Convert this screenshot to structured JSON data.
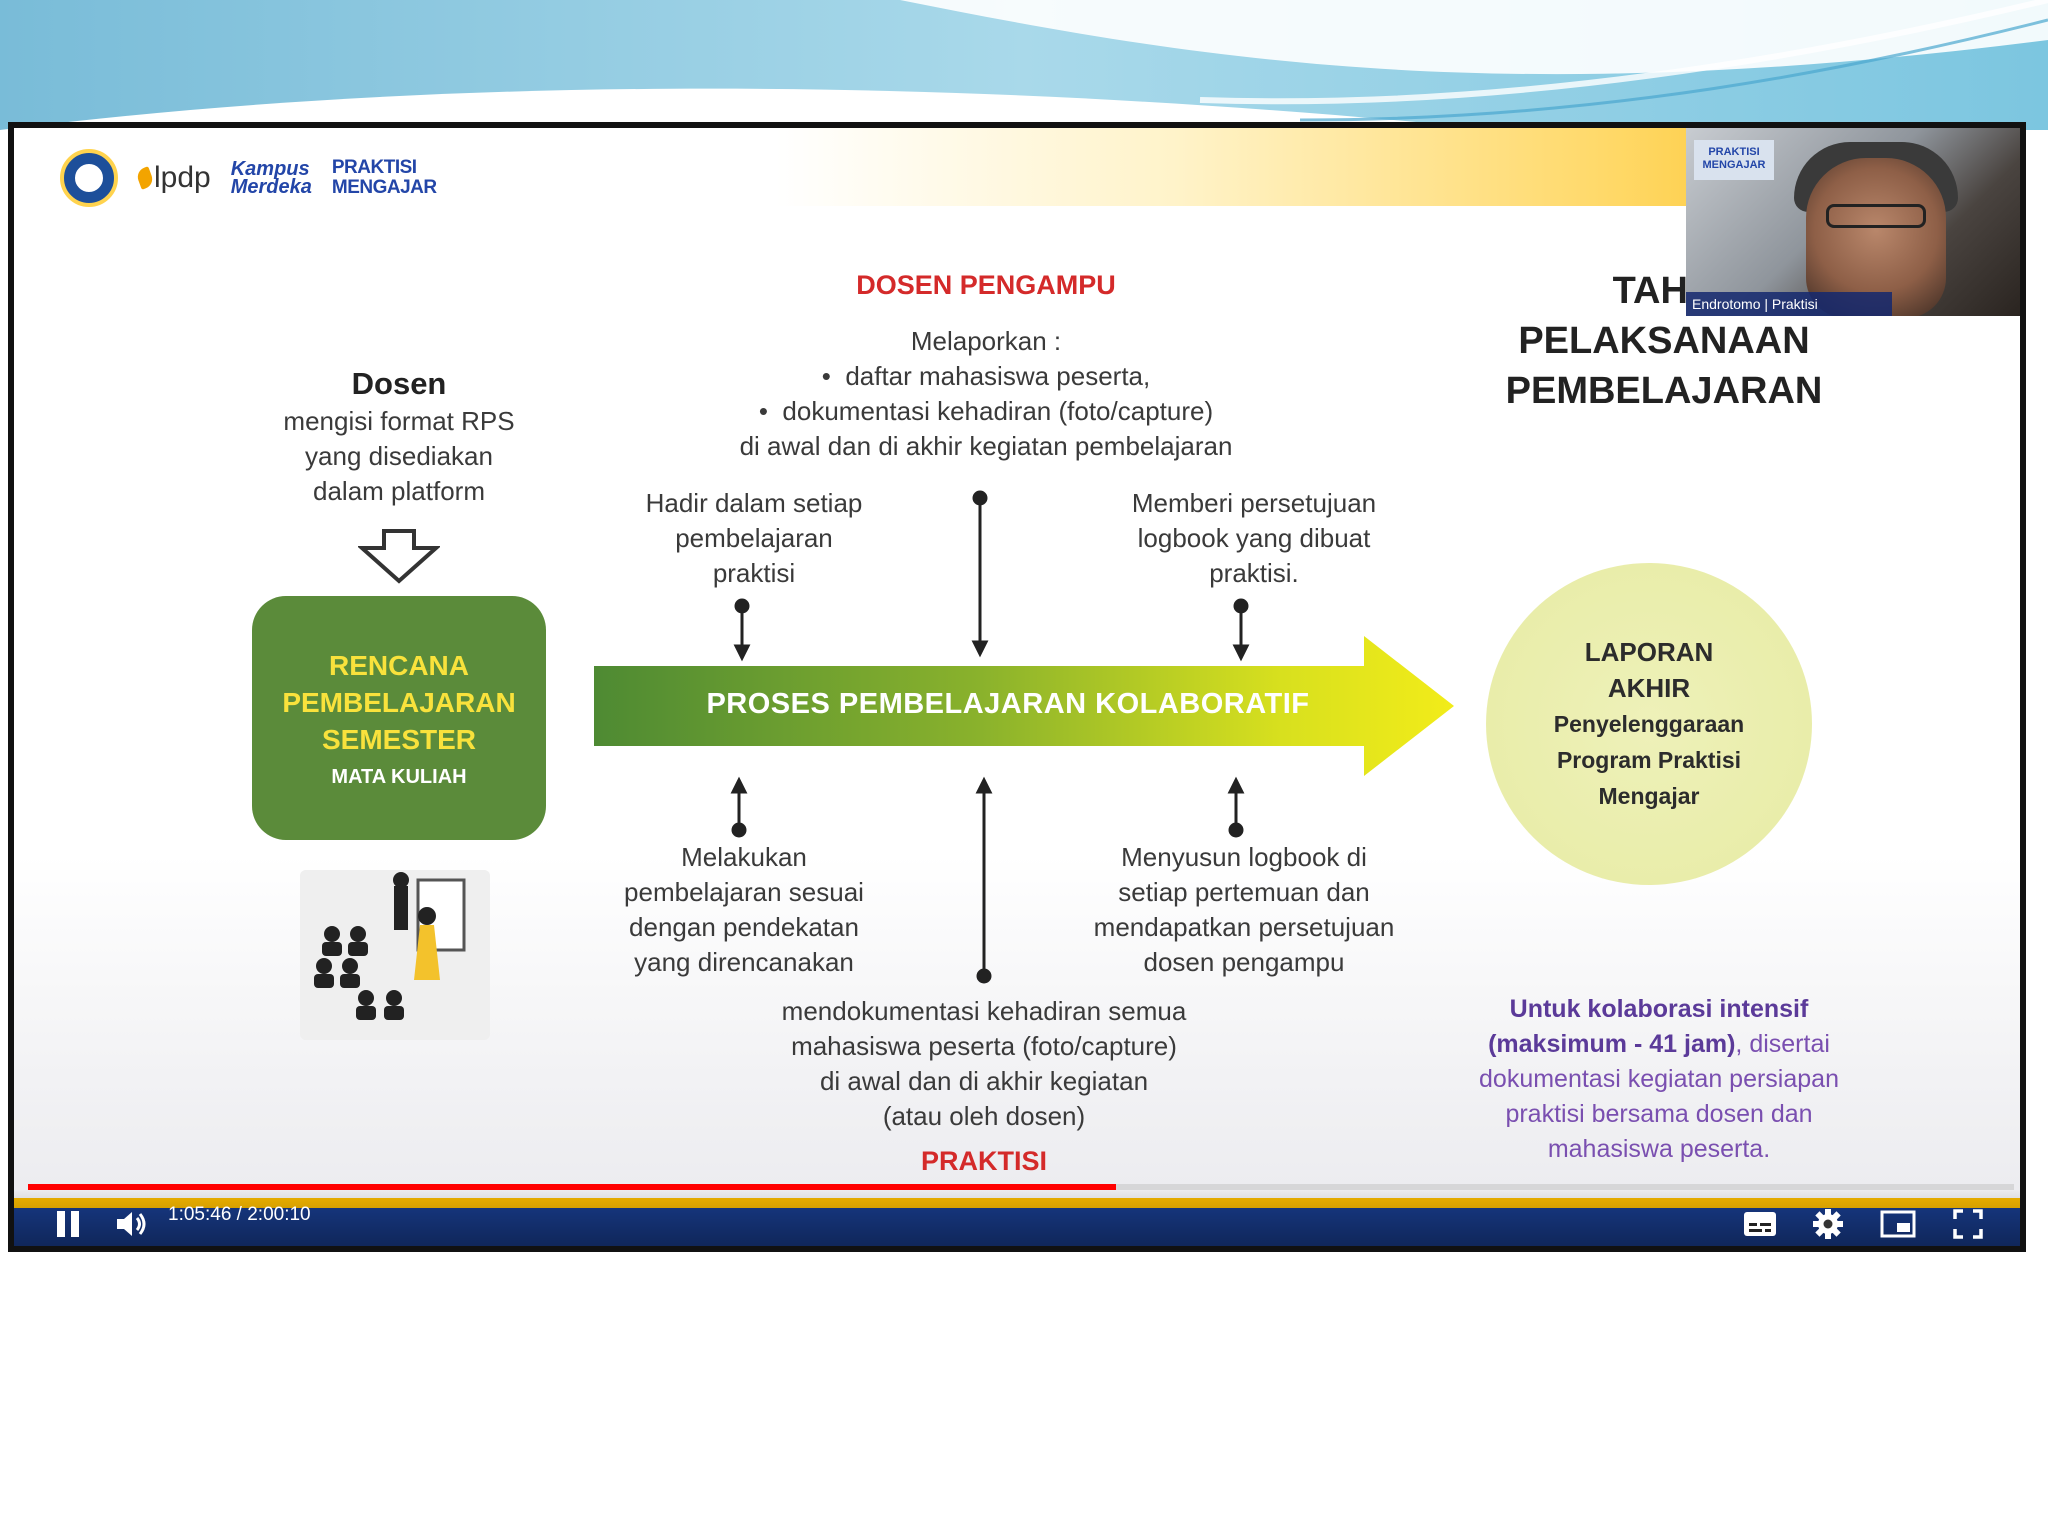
{
  "logos": {
    "lpdp": "lpdp",
    "kampus_merdeka": [
      "Kampus",
      "Merdeka"
    ],
    "praktisi_mengajar": [
      "PRAKTISI",
      "MENGAJAR"
    ]
  },
  "slide": {
    "title_right": [
      "TAHA",
      "PELAKSANAAN",
      "PEMBELAJARAN"
    ],
    "dosen_pengampu_heading": "DOSEN PENGAMPU",
    "melaporkan": {
      "lead": "Melaporkan :",
      "bullets": [
        "daftar mahasiswa peserta,",
        "dokumentasi kehadiran (foto/capture)"
      ],
      "tail": "di awal dan di akhir kegiatan pembelajaran"
    },
    "dosen_block": {
      "title": "Dosen",
      "lines": [
        "mengisi format RPS",
        "yang disediakan",
        "dalam platform"
      ]
    },
    "rps_box": {
      "lines": [
        "RENCANA",
        "PEMBELAJARAN",
        "SEMESTER"
      ],
      "sub": "MATA KULIAH"
    },
    "hadir": [
      "Hadir dalam setiap",
      "pembelajaran",
      "praktisi"
    ],
    "memberi": [
      "Memberi persetujuan",
      "logbook yang dibuat",
      "praktisi."
    ],
    "process_label": "PROSES PEMBELAJARAN KOLABORATIF",
    "melakukan": [
      "Melakukan",
      "pembelajaran sesuai",
      "dengan pendekatan",
      "yang direncanakan"
    ],
    "menyusun": [
      "Menyusun logbook di",
      "setiap pertemuan dan",
      "mendapatkan persetujuan",
      "dosen pengampu"
    ],
    "mendokumentasi": [
      "mendokumentasi kehadiran semua",
      "mahasiswa peserta (foto/capture)",
      "di awal dan di akhir kegiatan",
      "(atau oleh dosen)"
    ],
    "praktisi_heading": "PRAKTISI",
    "laporan": {
      "heading": [
        "LAPORAN",
        "AKHIR"
      ],
      "sub": [
        "Penyelenggaraan",
        "Program Praktisi",
        "Mengajar"
      ]
    },
    "kolaborasi": {
      "bold1": "Untuk kolaborasi intensif",
      "bold2": "(maksimum - 41 jam)",
      "rest1": ", disertai",
      "lines": [
        "dokumentasi kegiatan persiapan",
        "praktisi bersama dosen dan",
        "mahasiswa peserta."
      ]
    }
  },
  "webcam": {
    "poster": "PRAKTISI MENGAJAR",
    "name_label": "Endrotomo | Praktisi"
  },
  "player": {
    "time": "1:05:46 / 2:00:10",
    "progress": 0.548
  },
  "colors": {
    "progress": "#ff0000",
    "rps_green": "#5b8b3a",
    "heading_red": "#d42a2a",
    "accent_yellow": "#f9e23c",
    "footer_blue": "#183b8a"
  }
}
